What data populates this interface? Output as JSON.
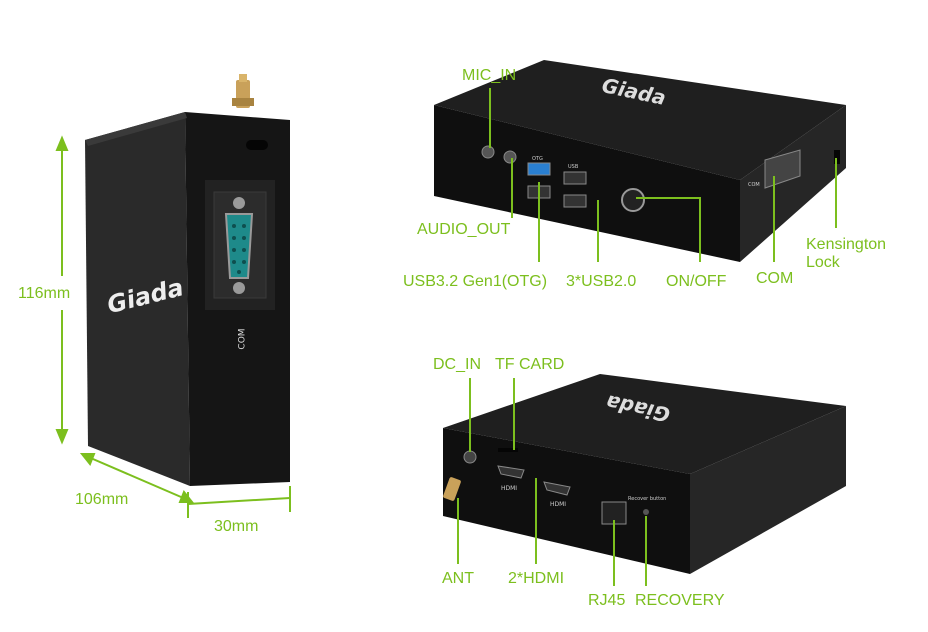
{
  "brand": "Giada",
  "colors": {
    "accent": "#7cbf1e",
    "device": "#1c1c1c",
    "port_blue": "#2a7fd0",
    "connector_teal": "#1e8a8a"
  },
  "dimensions": {
    "height": "116mm",
    "depth": "106mm",
    "width": "30mm"
  },
  "side_view": {
    "com_label": "COM"
  },
  "front_view": {
    "mic_in": "MIC_IN",
    "audio_out": "AUDIO_OUT",
    "usb_otg": "USB3.2 Gen1(OTG)",
    "usb2": "3*USB2.0",
    "on_off": "ON/OFF",
    "com": "COM",
    "kensington": "Kensington\nLock",
    "panel": {
      "otg": "OTG",
      "usb": "USB",
      "com": "COM"
    }
  },
  "rear_view": {
    "dc_in": "DC_IN",
    "tf_card": "TF CARD",
    "ant": "ANT",
    "hdmi": "2*HDMI",
    "rj45": "RJ45",
    "recovery": "RECOVERY",
    "panel": {
      "hdmi1": "HDMI",
      "hdmi2": "HDMI",
      "recover_button": "Recover button"
    }
  }
}
